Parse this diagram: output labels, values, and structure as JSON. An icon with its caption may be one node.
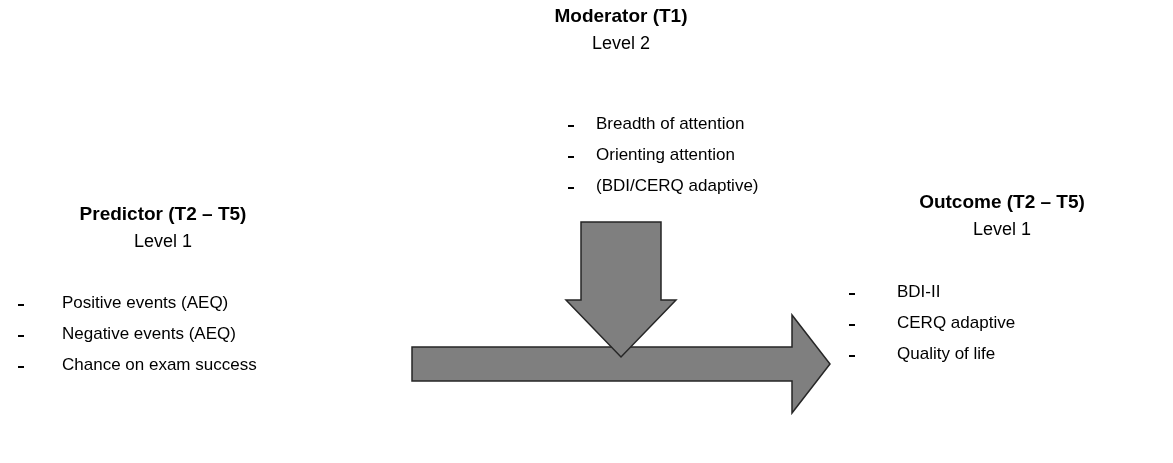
{
  "diagram": {
    "nodes": [
      {
        "text": [
          "Predictor (T2 – T5)",
          "Level 1",
          "Positive events (AEQ)",
          "Negative events (AEQ)",
          "Chance on exam success"
        ]
      },
      {
        "text": [
          "Moderator (T1)",
          "Level 2",
          "Breadth of attention",
          "Orienting attention",
          "(BDI/CERQ adaptive)"
        ]
      },
      {
        "text": [
          "Outcome (T2 – T5)",
          "Level 1",
          "BDI-II",
          "CERQ adaptive",
          "Quality of life"
        ]
      }
    ],
    "edges": [
      {
        "from": 0,
        "to": 2,
        "arrow": "to"
      },
      {
        "from": 1,
        "to": null,
        "arrow": "to"
      }
    ]
  }
}
